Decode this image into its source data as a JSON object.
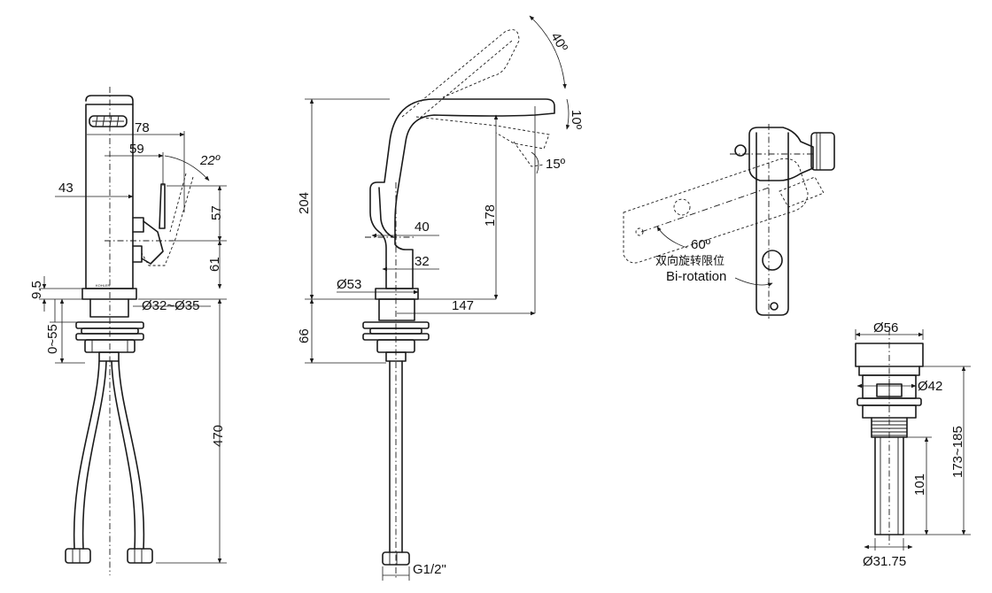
{
  "front_view": {
    "brand_mark": "KOHLER",
    "dim_78": "78",
    "dim_59": "59",
    "dim_22": "22º",
    "dim_43": "43",
    "dim_57": "57",
    "dim_61": "61",
    "dim_9_5": "9.5",
    "dim_hole": "Ø32~Ø35",
    "dim_0_55": "0~55",
    "dim_470": "470"
  },
  "side_view": {
    "dim_204": "204",
    "dim_40deg": "40º",
    "dim_10deg": "10º",
    "dim_15deg": "15º",
    "dim_178": "178",
    "dim_40": "40",
    "dim_32": "32",
    "dim_53": "Ø53",
    "dim_147": "147",
    "dim_66": "66",
    "dim_thread": "G1/2\""
  },
  "top_view": {
    "dim_60deg": "60º",
    "label_cn": "双向旋转限位",
    "label_en": "Bi-rotation"
  },
  "drain_view": {
    "dim_56": "Ø56",
    "dim_42": "Ø42",
    "dim_173_185": "173~185",
    "dim_101": "101",
    "dim_31_75": "Ø31.75"
  }
}
